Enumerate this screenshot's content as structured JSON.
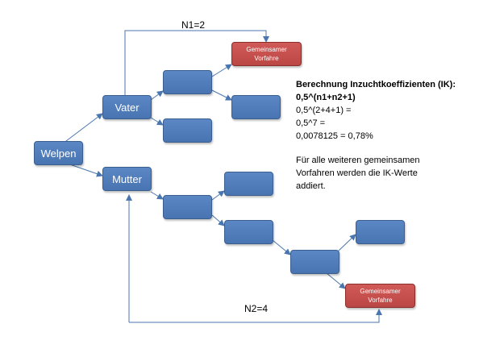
{
  "nodes": {
    "welpen": "Welpen",
    "vater": "Vater",
    "mutter": "Mutter",
    "ancestor_line1": "Gemeinsamer",
    "ancestor_line2": "Vorfahre"
  },
  "labels": {
    "n1": "N1=2",
    "n2": "N2=4"
  },
  "info": {
    "title": "Berechnung Inzuchtkoeffizienten (IK):",
    "formula": "0,5^(n1+n2+1)",
    "step1": "0,5^(2+4+1) =",
    "step2": "0,5^7 =",
    "result": "0,0078125 = 0,78%",
    "note_line1": "Für alle weiteren gemeinsamen",
    "note_line2": "Vorfahren werden die IK-Werte",
    "note_line3": "addiert."
  }
}
